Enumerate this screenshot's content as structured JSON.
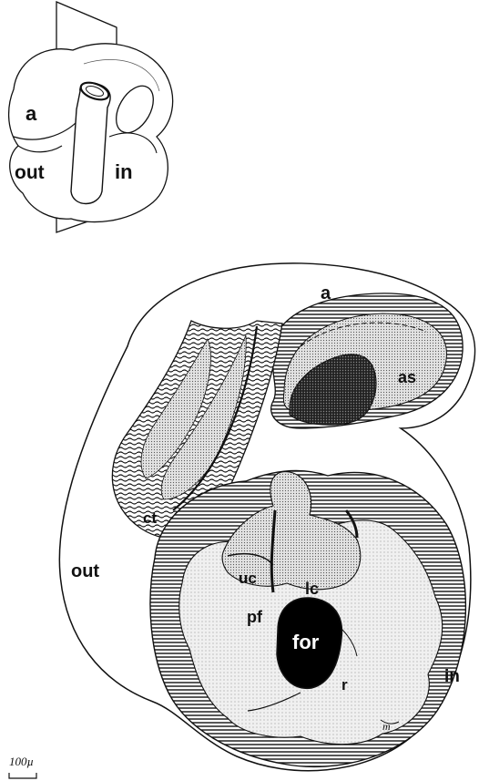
{
  "inset": {
    "labels": {
      "a": "a",
      "out": "out",
      "in": "in"
    }
  },
  "section": {
    "labels": {
      "a": "a",
      "as": "as",
      "ct": "ct",
      "out": "out",
      "uc": "uc",
      "lc": "lc",
      "pf": "pf",
      "for": "for",
      "r": "r",
      "in": "in",
      "m": "m"
    }
  },
  "scale_bar": {
    "label": "100µ"
  },
  "colors": {
    "ink": "#111111",
    "stipple_fill": "#d8d8d8",
    "light_stipple_fill": "#e9e9e9",
    "foramen_fill": "#000000",
    "background": "#ffffff"
  }
}
